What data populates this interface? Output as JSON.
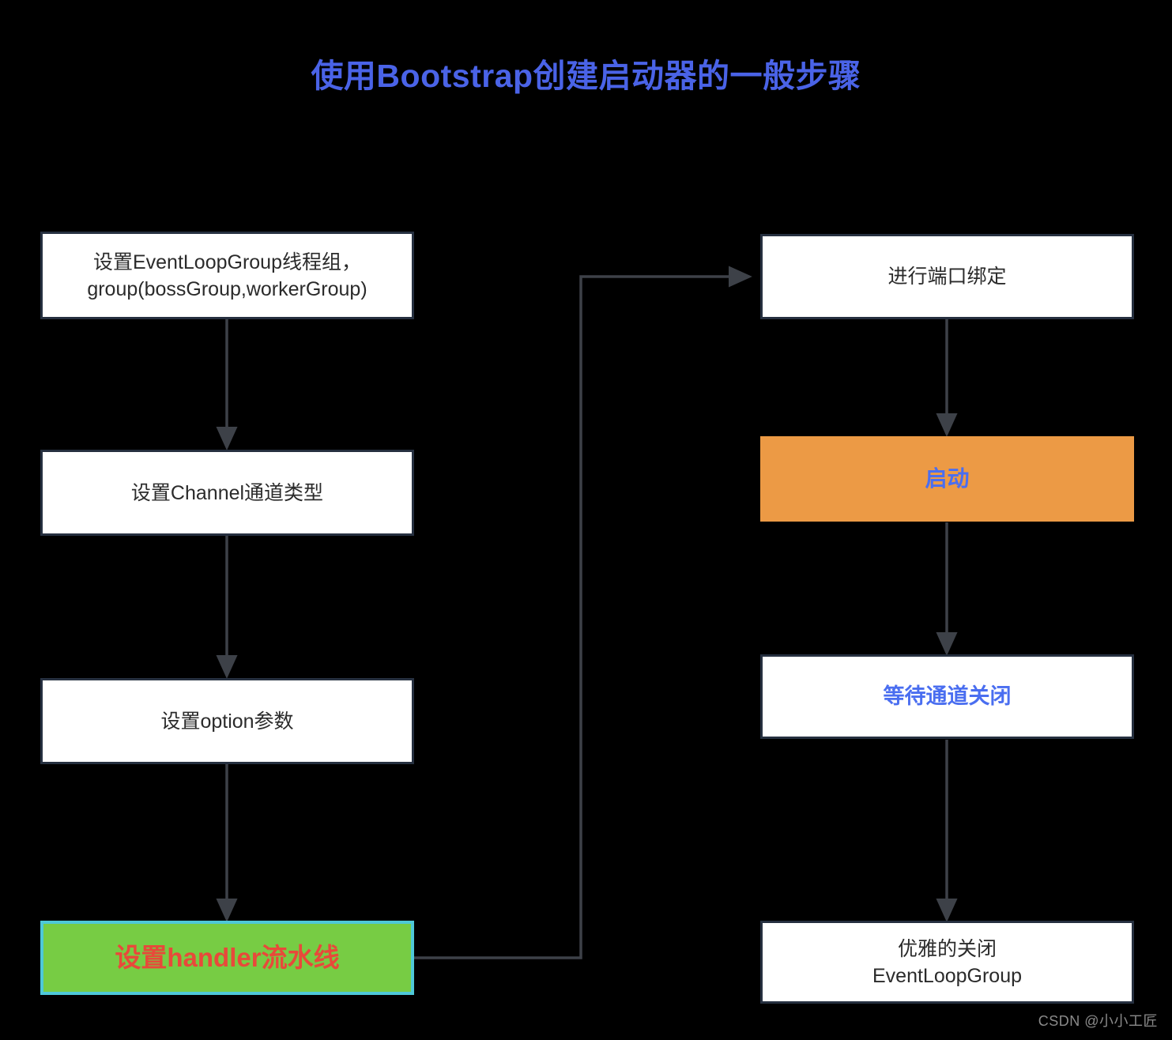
{
  "page": {
    "background_color": "#000000",
    "watermark": "CSDN @小小工匠"
  },
  "title": {
    "text": "使用Bootstrap创建启动器的一般步骤",
    "color": "#4a63e7"
  },
  "colors": {
    "box_border": "#263040",
    "box_fill": "#ffffff",
    "box_text": "#2b2b2b",
    "green_fill": "#77cc44",
    "green_border": "#4ec8d8",
    "green_text": "#e8493a",
    "orange_fill": "#ec9a45",
    "blue_text": "#4a6ef0",
    "edge": "#3d4148"
  },
  "flow": {
    "left_column": [
      {
        "id": "set-eventloopgroup",
        "label": "设置EventLoopGroup线程组，\ngroup(bossGroup,workerGroup)",
        "style": "plain"
      },
      {
        "id": "set-channel-type",
        "label": "设置Channel通道类型",
        "style": "plain"
      },
      {
        "id": "set-option-params",
        "label": "设置option参数",
        "style": "plain"
      },
      {
        "id": "set-handler-pipeline",
        "label": "设置handler流水线",
        "style": "green-highlight"
      }
    ],
    "right_column": [
      {
        "id": "bind-port",
        "label": "进行端口绑定",
        "style": "plain"
      },
      {
        "id": "start",
        "label": "启动",
        "style": "orange-highlight"
      },
      {
        "id": "wait-channel-close",
        "label": "等待通道关闭",
        "style": "blue-text"
      },
      {
        "id": "shutdown-gracefully",
        "label": "优雅的关闭\nEventLoopGroup",
        "style": "plain"
      }
    ],
    "edges": [
      {
        "from": "set-eventloopgroup",
        "to": "set-channel-type",
        "kind": "vertical-arrow"
      },
      {
        "from": "set-channel-type",
        "to": "set-option-params",
        "kind": "vertical-arrow"
      },
      {
        "from": "set-option-params",
        "to": "set-handler-pipeline",
        "kind": "vertical-arrow"
      },
      {
        "from": "set-handler-pipeline",
        "to": "bind-port",
        "kind": "elbow-arrow"
      },
      {
        "from": "bind-port",
        "to": "start",
        "kind": "vertical-arrow"
      },
      {
        "from": "start",
        "to": "wait-channel-close",
        "kind": "vertical-arrow"
      },
      {
        "from": "wait-channel-close",
        "to": "shutdown-gracefully",
        "kind": "vertical-arrow"
      }
    ]
  }
}
